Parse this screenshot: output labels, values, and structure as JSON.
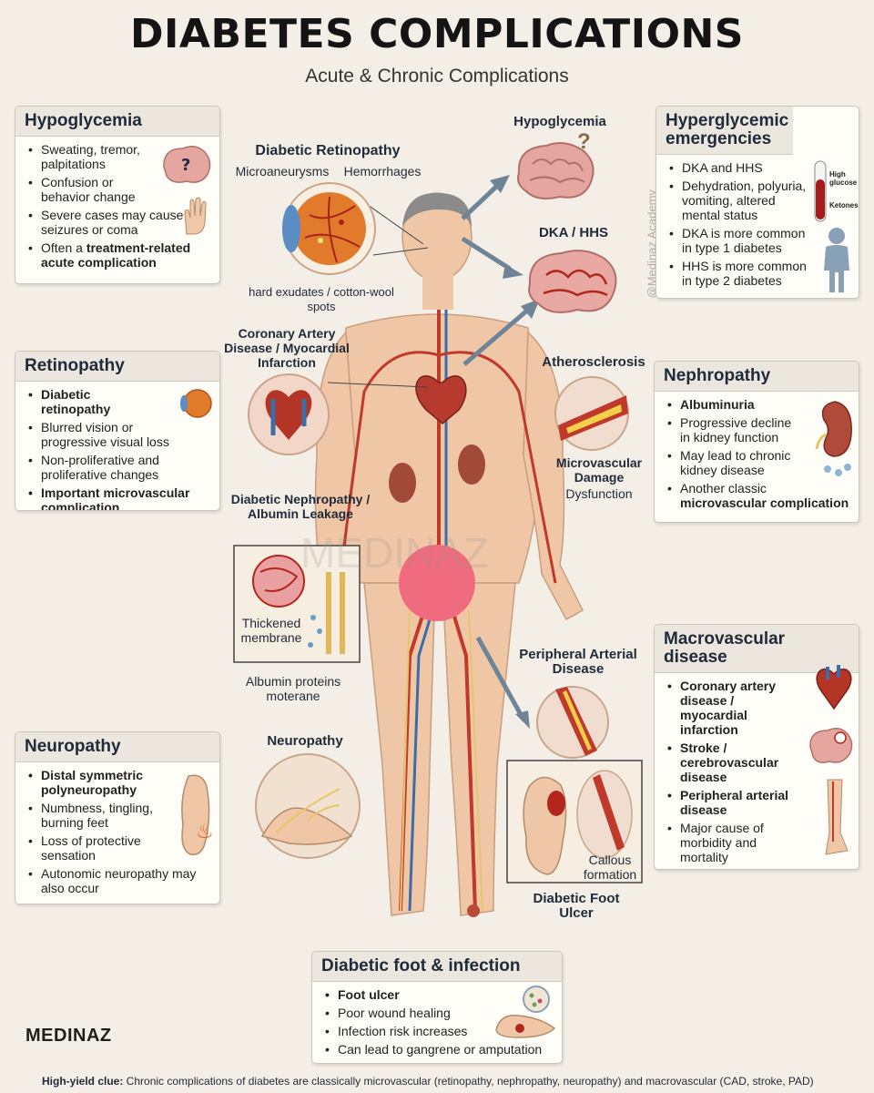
{
  "header": {
    "title": "DIABETES COMPLICATIONS",
    "subtitle": "Acute & Chronic Complications"
  },
  "cards": {
    "hypo": {
      "title": "Hypoglycemia",
      "items": [
        "Sweating, tremor, palpitations",
        "Confusion or behavior change",
        "Severe cases may cause seizures or coma"
      ],
      "last_prefix": "Often a ",
      "last_bold": "treatment-related acute complication"
    },
    "hyper": {
      "title": "Hyperglycemic emergencies",
      "items": [
        "DKA and HHS",
        "Dehydration, polyuria, vomiting, altered mental status",
        "DKA is more common in type 1 diabetes",
        "HHS is more common in type 2 diabetes"
      ]
    },
    "retino": {
      "title": "Retinopathy",
      "items": [
        "Diabetic retinopathy",
        "Blurred vision or progressive visual loss",
        "Non-proliferative and proliferative changes",
        "Important microvascular complication"
      ]
    },
    "nephro": {
      "title": "Nephropathy",
      "items": [
        "Albuminuria",
        "Progressive decline in kidney function",
        "May lead to chronic kidney disease"
      ],
      "last_prefix": "Another classic ",
      "last_bold": "microvascular complication"
    },
    "macro": {
      "title": "Macrovascular disease",
      "items": [
        "Coronary artery disease / myocardial infarction",
        "Stroke / cerebrovascular disease",
        "Peripheral arterial disease",
        "Major cause of morbidity and mortality"
      ]
    },
    "neuro": {
      "title": "Neuropathy",
      "items": [
        "Distal symmetric polyneuropathy",
        "Numbness, tingling, burning feet",
        "Loss of protective sensation",
        "Autonomic neuropathy may also occur"
      ]
    },
    "foot": {
      "title": "Diabetic foot & infection",
      "items": [
        "Foot ulcer",
        "Poor wound healing",
        "Infection risk increases",
        "Can lead to gangrene or amputation"
      ]
    }
  },
  "labels": {
    "retinopathy_title": "Diabetic Retinopathy",
    "microaneurysms": "Microaneurysms",
    "hemorrhages": "Hemorrhages",
    "exudates": "hard exudates / cotton-wool spots",
    "hypoglycemia": "Hypoglycemia",
    "dka_hhs": "DKA / HHS",
    "cad": "Coronary Artery Disease / Myocardial Infarction",
    "athero": "Atherosclerosis",
    "microvascular": "Microvascular Damage",
    "dysfunction": "Dysfunction",
    "nephropathy": "Diabetic Nephropathy / Albumin Leakage",
    "thickened": "Thickened membrane",
    "albumin": "Albumin proteins moterane",
    "neuropathy": "Neuropathy",
    "pad": "Peripheral Arterial Disease",
    "callous": "Callous formation",
    "dfu": "Diabetic Foot Ulcer",
    "high_glucose": "High glucose",
    "ketones": "Ketones"
  },
  "watermarks": {
    "side": "@Medinaz Academy",
    "center": "MEDINAZ"
  },
  "logo": "MEDINAZ",
  "footer": {
    "lead": "High-yield clue:",
    "text": " Chronic complications of diabetes are classically microvascular (retinopathy, nephropathy, neuropathy) and macrovascular (CAD, stroke, PAD)"
  },
  "colors": {
    "accent_red": "#c0392b",
    "vein_blue": "#3b6ea8",
    "skin": "#efc7a6",
    "card_head": "#ebe6de",
    "censor_dot": "#ef6b7d"
  },
  "icons": [
    "brain-icon",
    "question-mark-icon",
    "hand-icon",
    "eye-icon",
    "heart-icon",
    "kidney-icon",
    "blood-tube-icon",
    "person-icon",
    "foot-icon",
    "flame-icon",
    "artery-icon",
    "magnifier-icon"
  ]
}
